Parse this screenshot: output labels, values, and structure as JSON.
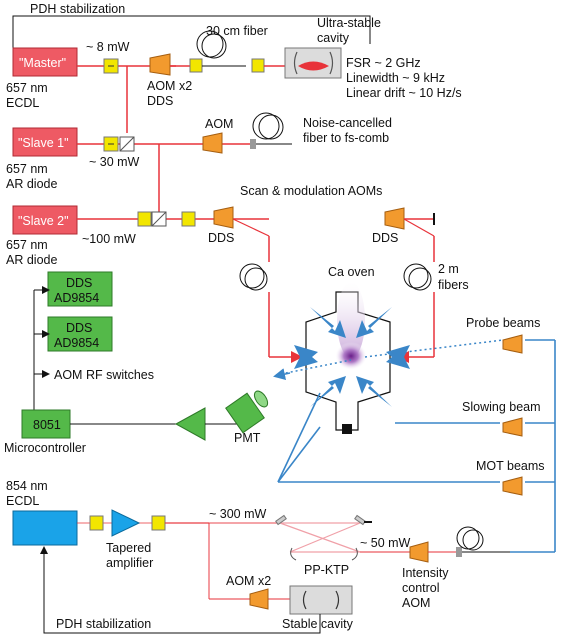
{
  "colors": {
    "red_beam": "#e8333a",
    "red_laser_box": "#ee5a64",
    "blue_beam": "#3a86c8",
    "blue_laser_box": "#1aa3e8",
    "green_box": "#54b949",
    "isolator": "#f2e600",
    "aom": "#f29a2e"
  },
  "labels": {
    "pdh_top": "PDH stabilization",
    "fiber_30cm": "30 cm fiber",
    "ultra_stable_cavity": [
      "Ultra-stable",
      "cavity"
    ],
    "cavity_specs": [
      "FSR ~ 2 GHz",
      "Linewidth ~ 9 kHz",
      "Linear drift ~ 10 Hz/s"
    ],
    "master": "\"Master\"",
    "master_power": "~ 8 mW",
    "master_type": [
      "657 nm",
      "ECDL"
    ],
    "aom_x2_dds": [
      "AOM x2",
      "DDS"
    ],
    "slave1": "\"Slave 1\"",
    "slave1_type": [
      "657 nm",
      "AR diode"
    ],
    "slave1_power": "~ 30 mW",
    "aom_comb": "AOM",
    "noise_fiber": [
      "Noise-cancelled",
      "fiber to fs-comb"
    ],
    "scan_mod": "Scan & modulation AOMs",
    "slave2": "\"Slave 2\"",
    "slave2_type": [
      "657 nm",
      "AR diode"
    ],
    "slave2_power": "~100 mW",
    "dds_left": "DDS",
    "dds_right": "DDS",
    "ca_oven": "Ca oven",
    "fibers_2m": [
      "2 m",
      "fibers"
    ],
    "probe_beams": "Probe beams",
    "slowing_beam": "Slowing beam",
    "mot_beams": "MOT beams",
    "dds1": [
      "DDS",
      "AD9854"
    ],
    "dds2": [
      "DDS",
      "AD9854"
    ],
    "aom_rf_switches": "AOM RF switches",
    "micro": "8051",
    "micro_label": "Microcontroller",
    "pmt": "PMT",
    "laser854_type": [
      "854 nm",
      "ECDL"
    ],
    "tapered_amp": [
      "Tapered",
      "amplifier"
    ],
    "power_300": "~ 300 mW",
    "power_50": "~ 50 mW",
    "ppktp": "PP-KTP",
    "intensity_aom": [
      "Intensity",
      "control",
      "AOM"
    ],
    "aom_x2_bottom": "AOM x2",
    "stable_cavity": "Stable cavity",
    "pdh_bottom": "PDH stabilization"
  }
}
